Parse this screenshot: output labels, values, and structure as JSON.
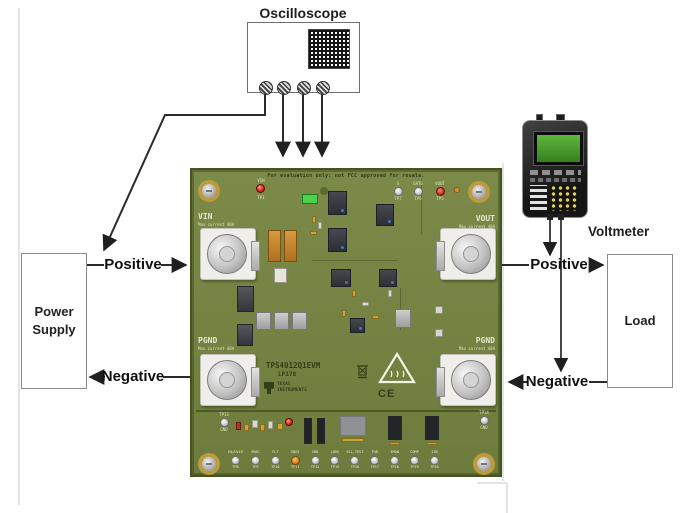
{
  "diagram": {
    "oscilloscope_label": "Oscilloscope",
    "power_supply_label": "Power Supply",
    "load_label": "Load",
    "voltmeter_label": "Voltmeter",
    "wire_labels": {
      "ps_positive": "Positive",
      "ps_negative": "Negative",
      "load_positive": "Positive",
      "load_negative": "Negative"
    }
  },
  "board": {
    "silkscreen_notice": "For evaluation only; not FCC approved for resale.",
    "part_number": "TPS4012Q1EVM",
    "board_id": "LP178",
    "brand_line1": "TEXAS",
    "brand_line2": "INSTRUMENTS",
    "ce_mark": "CE",
    "led_label": "VIN",
    "led_tp": "TP1",
    "terminals": [
      {
        "name": "VIN",
        "note": "Max current 40A"
      },
      {
        "name": "VOUT",
        "note": "Max current 40A"
      },
      {
        "name": "PGND",
        "note": "Max current 40A"
      },
      {
        "name": "PGND",
        "note": "Max current 40A"
      }
    ],
    "top_testpoints": [
      {
        "label": "S",
        "tp": "TP7"
      },
      {
        "label": "GATE",
        "tp": "TP6"
      },
      {
        "label": "VOUT",
        "tp": "TP5"
      }
    ],
    "gnd_testpoints": [
      {
        "tp": "TP13",
        "label": "GND"
      },
      {
        "tp": "TP14",
        "label": "GND"
      }
    ],
    "bottom_testpoints": [
      {
        "label": "EN/UVLO",
        "tp": "TP8"
      },
      {
        "label": "VMAC",
        "tp": "TP9"
      },
      {
        "label": "FLT",
        "tp": "TP10"
      },
      {
        "label": "SNSV",
        "tp": "TP11"
      },
      {
        "label": "INH",
        "tp": "TP12"
      },
      {
        "label": "LDRV",
        "tp": "TP15"
      },
      {
        "label": "SCL_TEST",
        "tp": "TP16"
      },
      {
        "label": "THB",
        "tp": "TP17"
      },
      {
        "label": "IMON",
        "tp": "TP18"
      },
      {
        "label": "COMP",
        "tp": "TP19"
      },
      {
        "label": "IIN",
        "tp": "TP20"
      }
    ],
    "colors": {
      "board_green": "#75843f",
      "board_edge": "#46531f",
      "wire_black": "#2b2b2b",
      "led_red": "#cc2222",
      "connector_green": "#4ad24a",
      "screen_green": "#46a024"
    }
  }
}
